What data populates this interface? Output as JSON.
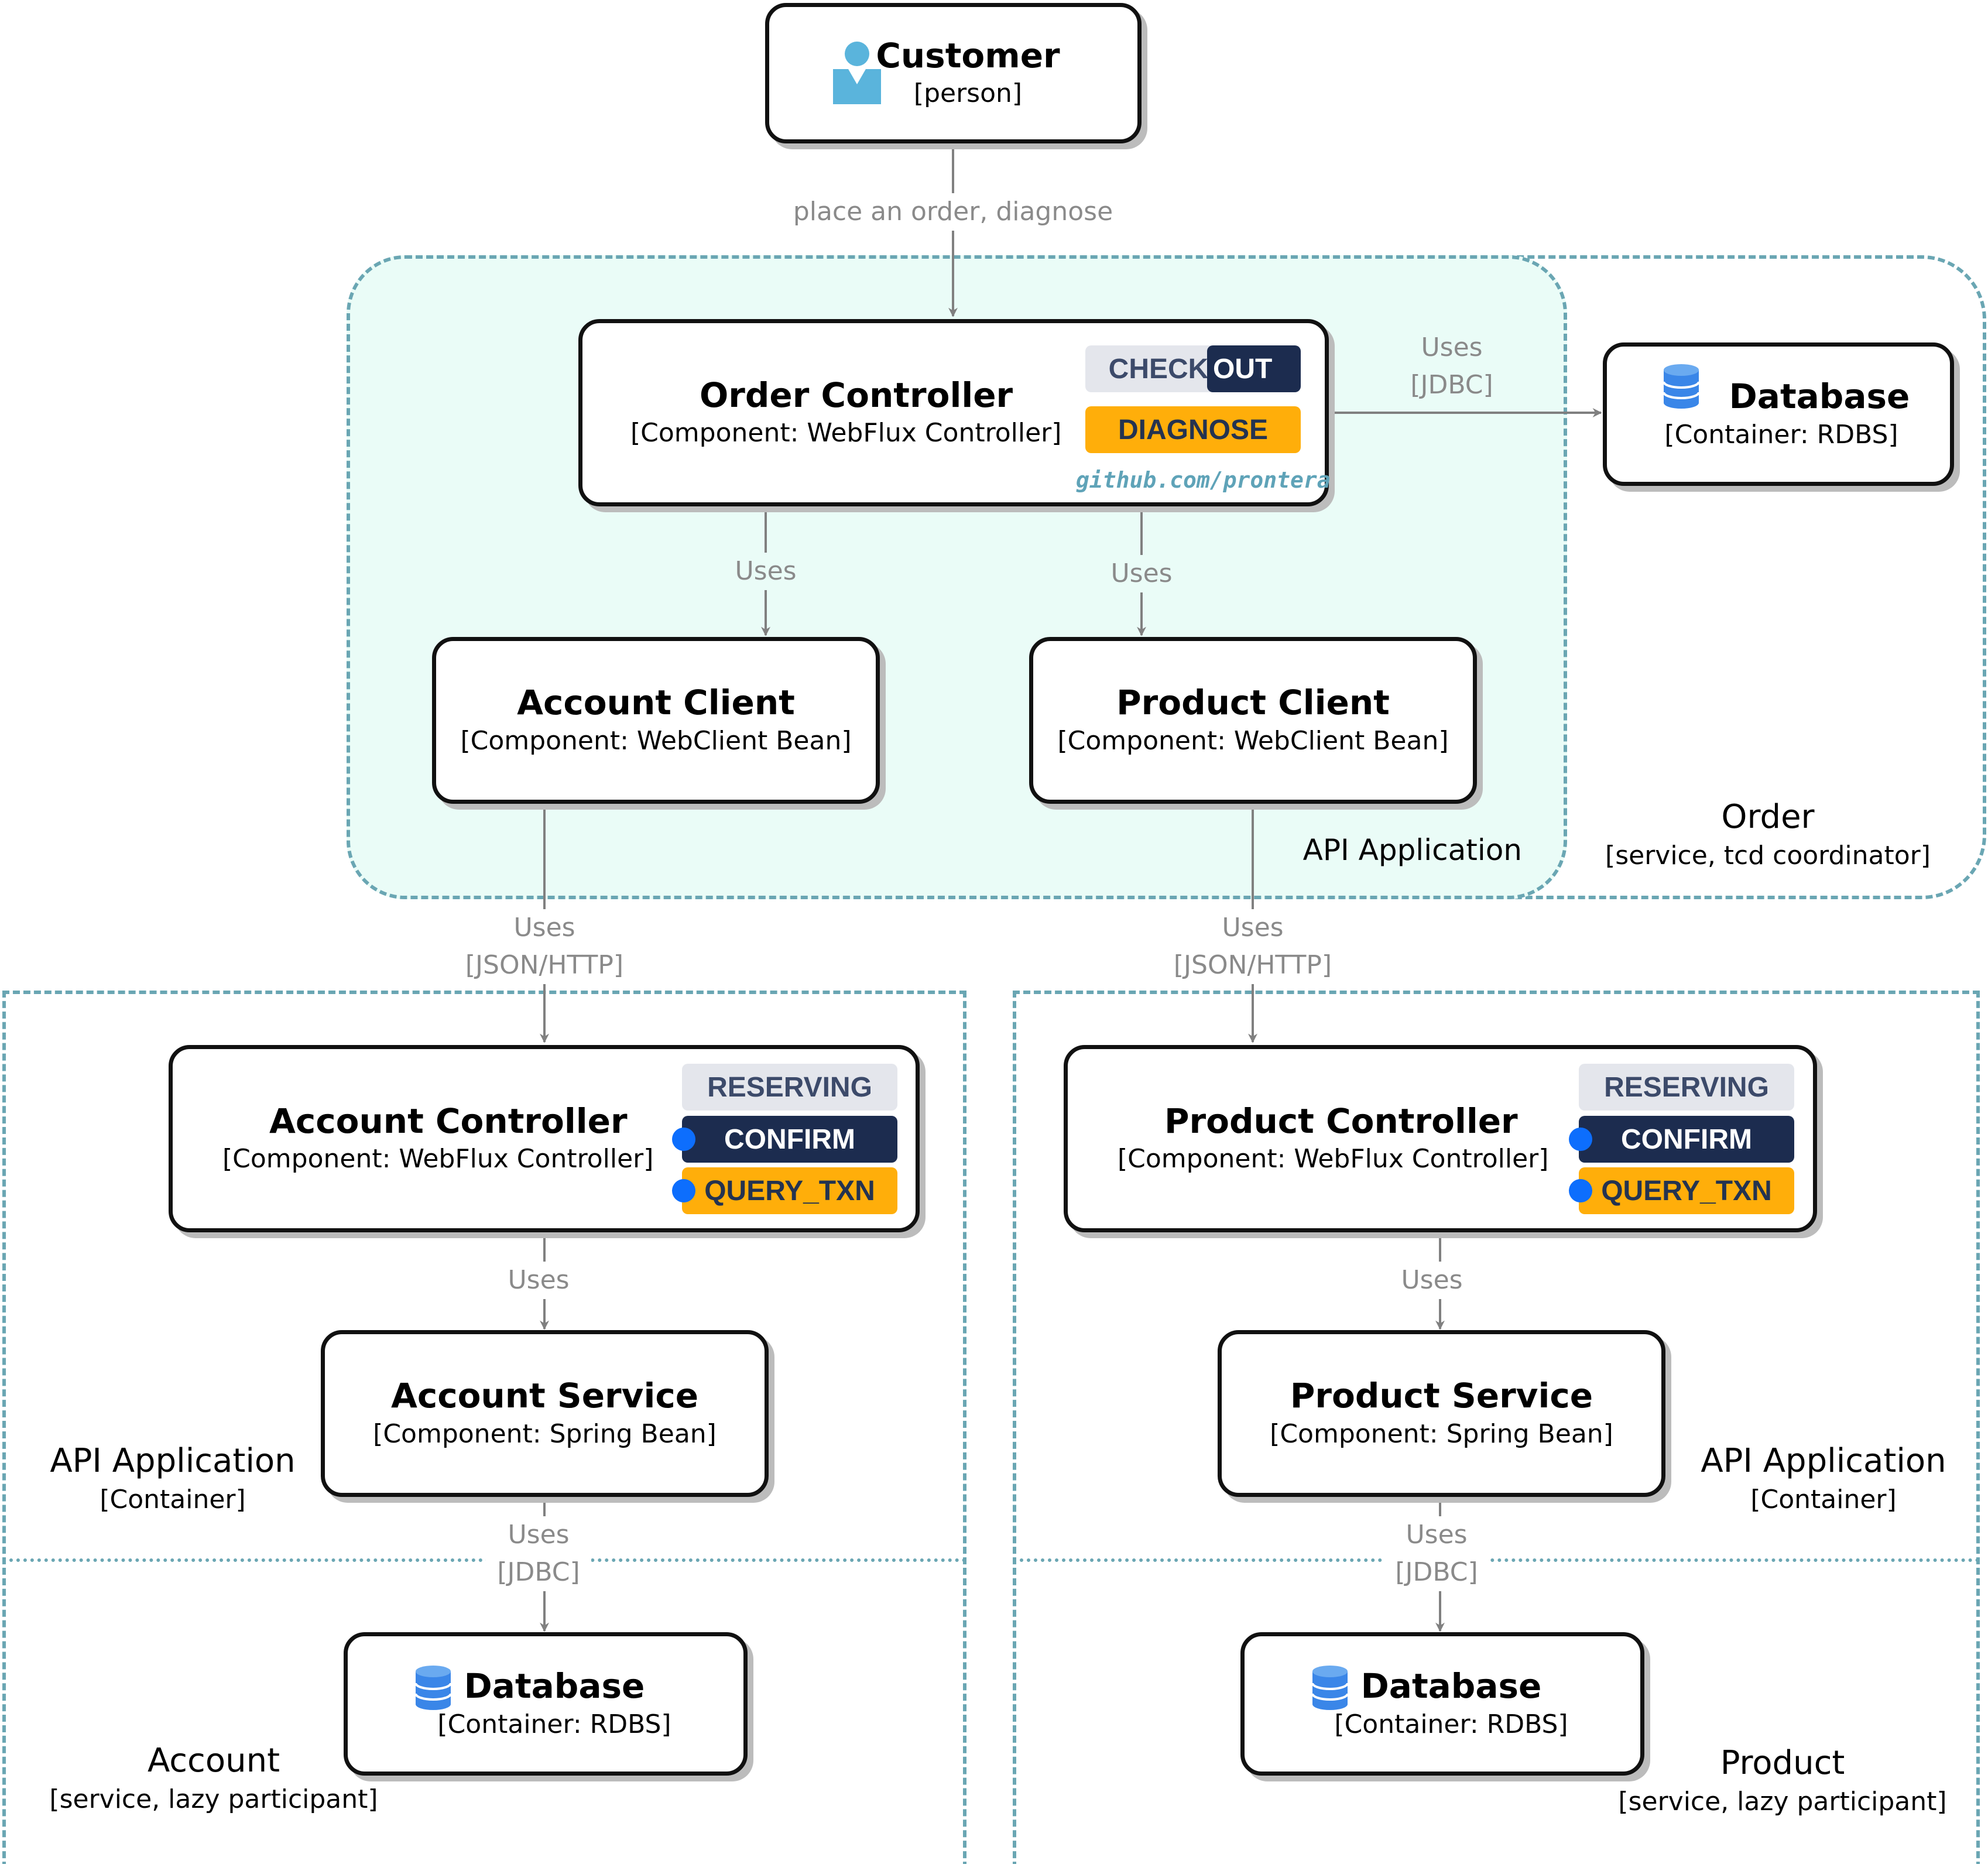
{
  "colors": {
    "boundary_stroke": "#6aa6b3",
    "inner_fill": "#eafcf7",
    "arrow": "#808080",
    "tag_grey": "#e4e6ec",
    "tag_navy": "#1c2c4f",
    "tag_orange": "#ffae0a",
    "dot_blue": "#0d6efd",
    "person_icon": "#5ab4dc",
    "db_icon": "#3a86e8"
  },
  "customer": {
    "title": "Customer",
    "sub": "[person]",
    "icon": "person-icon"
  },
  "edges": {
    "customer_order": "place an order, diagnose",
    "order_db": {
      "line1": "Uses",
      "line2": "[JDBC]"
    },
    "order_account_client": "Uses",
    "order_product_client": "Uses",
    "account_client_controller": {
      "line1": "Uses",
      "line2": "[JSON/HTTP]"
    },
    "product_client_controller": {
      "line1": "Uses",
      "line2": "[JSON/HTTP]"
    },
    "account_controller_service": "Uses",
    "product_controller_service": "Uses",
    "account_service_db": {
      "line1": "Uses",
      "line2": "[JDBC]"
    },
    "product_service_db": {
      "line1": "Uses",
      "line2": "[JDBC]"
    }
  },
  "order_service": {
    "boundary": {
      "name": "Order",
      "type": "[service, tcd coordinator]"
    },
    "api_label": "API Application",
    "controller": {
      "title": "Order Controller",
      "sub": "[Component: WebFlux Controller]",
      "tag_check": "CHECK",
      "tag_out": "OUT",
      "tag_diagnose": "DIAGNOSE",
      "watermark": "github.com/prontera"
    },
    "account_client": {
      "title": "Account Client",
      "sub": "[Component: WebClient Bean]"
    },
    "product_client": {
      "title": "Product Client",
      "sub": "[Component: WebClient Bean]"
    },
    "database": {
      "title": "Database",
      "sub": "[Container: RDBS]",
      "icon": "database-icon"
    }
  },
  "account_service": {
    "boundary": {
      "name": "Account",
      "type": "[service, lazy participant]"
    },
    "api": {
      "name": "API Application",
      "type": "[Container]"
    },
    "controller": {
      "title": "Account Controller",
      "sub": "[Component: WebFlux Controller]",
      "tags": [
        "RESERVING",
        "CONFIRM",
        "QUERY_TXN"
      ]
    },
    "service": {
      "title": "Account Service",
      "sub": "[Component: Spring Bean]"
    },
    "database": {
      "title": "Database",
      "sub": "[Container: RDBS]",
      "icon": "database-icon"
    }
  },
  "product_service": {
    "boundary": {
      "name": "Product",
      "type": "[service, lazy participant]"
    },
    "api": {
      "name": "API Application",
      "type": "[Container]"
    },
    "controller": {
      "title": "Product Controller",
      "sub": "[Component: WebFlux Controller]",
      "tags": [
        "RESERVING",
        "CONFIRM",
        "QUERY_TXN"
      ]
    },
    "service": {
      "title": "Product Service",
      "sub": "[Component: Spring Bean]"
    },
    "database": {
      "title": "Database",
      "sub": "[Container: RDBS]",
      "icon": "database-icon"
    }
  }
}
